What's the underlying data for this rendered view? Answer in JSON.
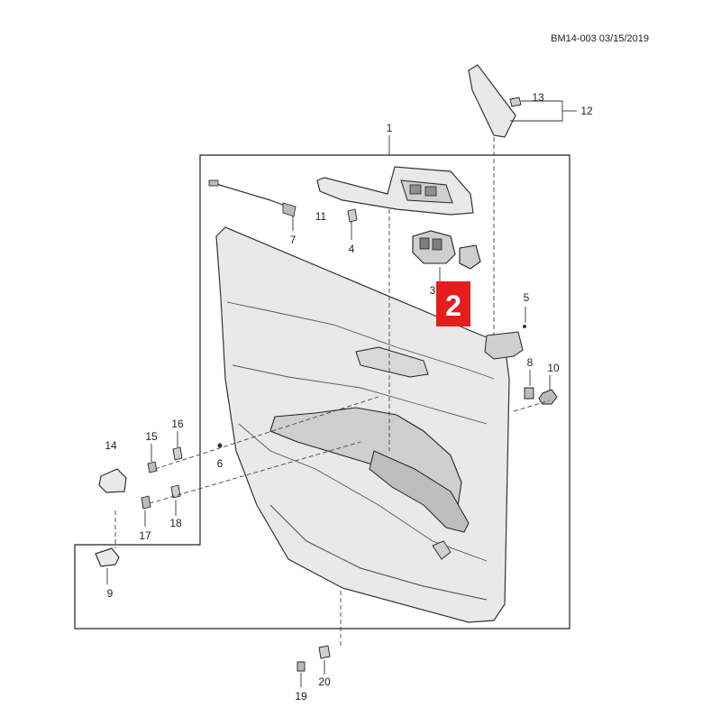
{
  "header": {
    "doc_code": "BM14-003 03/15/2019"
  },
  "callout": {
    "label": "2",
    "color": "#e41e1e"
  },
  "labels": {
    "p1": "1",
    "p3": "3",
    "p4": "4",
    "p5": "5",
    "p6": "6",
    "p7": "7",
    "p8": "8",
    "p9": "9",
    "p10": "10",
    "p11": "11",
    "p12": "12",
    "p13": "13",
    "p14": "14",
    "p15": "15",
    "p16": "16",
    "p17": "17",
    "p18": "18",
    "p19": "19",
    "p20": "20"
  }
}
